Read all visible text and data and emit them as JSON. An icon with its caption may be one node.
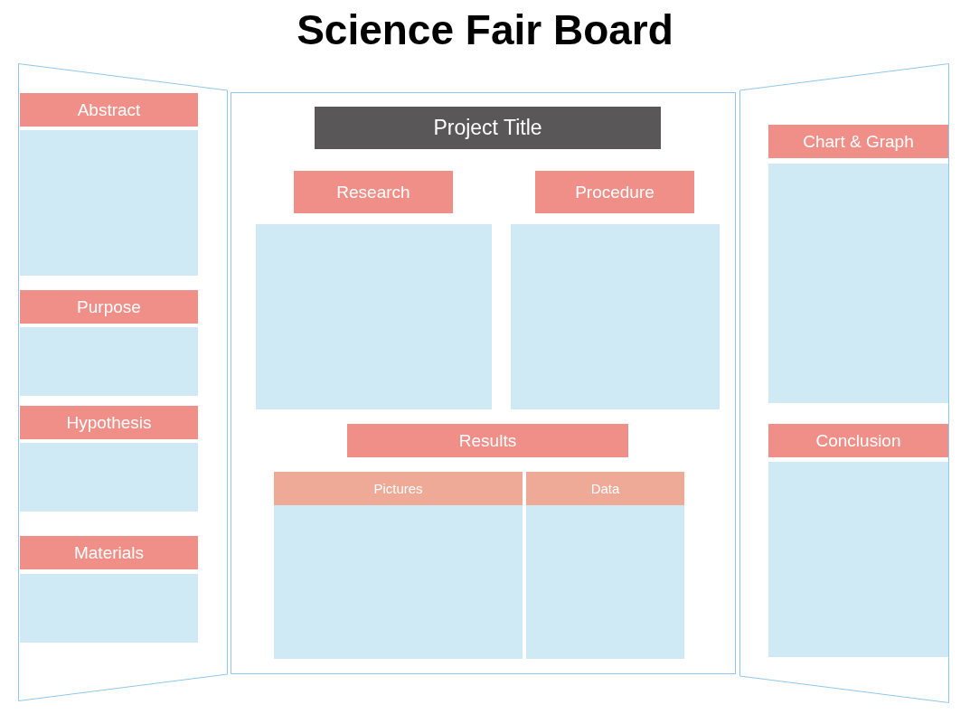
{
  "diagram": {
    "title": "Science Fair Board",
    "nodes": [
      {
        "text": [],
        "shape": "box"
      },
      {
        "text": [
          "Abstract"
        ],
        "in": 0
      },
      {
        "text": [],
        "shape": "box",
        "in": 0
      },
      {
        "text": [
          "Purpose"
        ],
        "in": 0
      },
      {
        "text": [],
        "shape": "box",
        "in": 0
      },
      {
        "text": [
          "Hypothesis"
        ],
        "in": 0
      },
      {
        "text": [],
        "shape": "box",
        "in": 0
      },
      {
        "text": [
          "Materials"
        ],
        "in": 0
      },
      {
        "text": [],
        "shape": "box",
        "in": 0
      },
      {
        "text": [],
        "shape": "box"
      },
      {
        "text": [
          "Project Title"
        ],
        "in": 9
      },
      {
        "text": [
          "Research"
        ],
        "in": 9
      },
      {
        "text": [],
        "shape": "box",
        "in": 9
      },
      {
        "text": [
          "Procedure"
        ],
        "in": 9
      },
      {
        "text": [],
        "shape": "box",
        "in": 9
      },
      {
        "text": [
          "Results"
        ],
        "in": 9
      },
      {
        "text": [
          "Pictures"
        ],
        "in": 9
      },
      {
        "text": [],
        "shape": "box",
        "in": 9
      },
      {
        "text": [
          "Data"
        ],
        "in": 9
      },
      {
        "text": [],
        "shape": "box",
        "in": 9
      },
      {
        "text": [],
        "shape": "box"
      },
      {
        "text": [
          "Chart & Graph"
        ],
        "in": 20
      },
      {
        "text": [],
        "shape": "box",
        "in": 20
      },
      {
        "text": [
          "Conclusion"
        ],
        "in": 20
      },
      {
        "text": [],
        "shape": "box",
        "in": 20
      }
    ],
    "edges": []
  }
}
